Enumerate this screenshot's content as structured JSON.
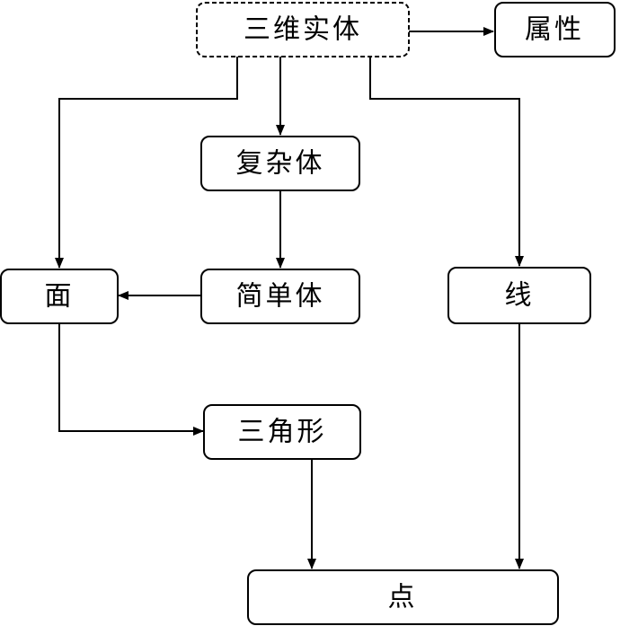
{
  "nodes": {
    "solid3d": "三维实体",
    "attribute": "属性",
    "complex": "复杂体",
    "simple": "简单体",
    "face": "面",
    "line": "线",
    "triangle": "三角形",
    "point": "点"
  }
}
